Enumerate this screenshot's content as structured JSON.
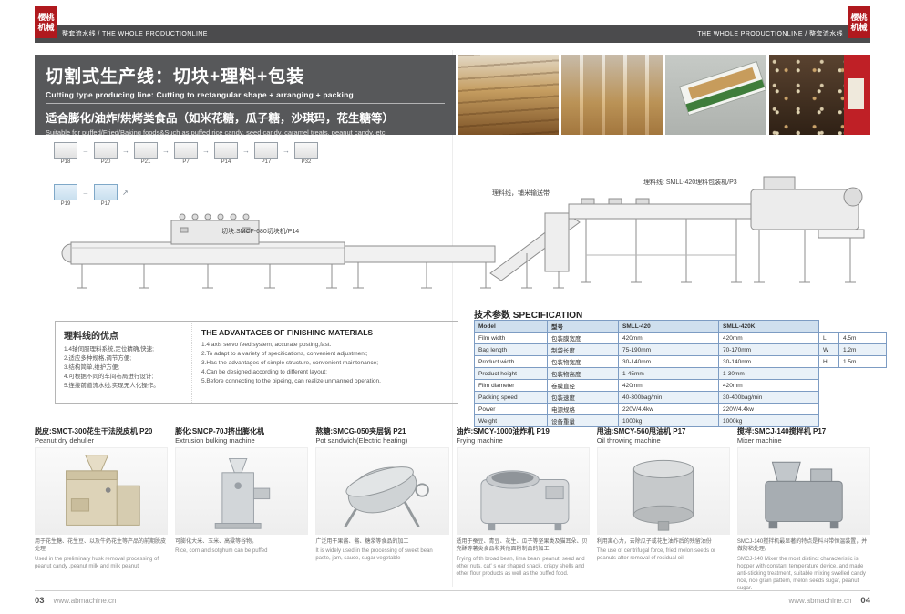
{
  "colors": {
    "accent_red": "#b0191e",
    "header_bar": "#4b4b4d",
    "title_block": "#57585a",
    "table_border": "#7d9cc3"
  },
  "header": {
    "logo_text": "樱桃机械",
    "left_strip": "整套流水线 / THE WHOLE PRODUCTIONLINE",
    "right_strip": "THE WHOLE PRODUCTIONLINE / 整套流水线"
  },
  "title": {
    "zh": "切割式生产线：切块+理料+包装",
    "en": "Cutting type producing line:  Cutting to rectangular shape + arranging + packing",
    "sub_zh": "适合膨化/油炸/烘烤类食品（如米花糖，瓜子糖，沙琪玛，花生糖等）",
    "sub_en": "Suitable for puffed/Fried/Baking foods&Such as puffed rice candy, seed candy, caramel treats, peanut candy, etc."
  },
  "diagram": {
    "thumbs_row1": [
      "P18",
      "P20",
      "P21",
      "P7",
      "P14",
      "P17",
      "P32"
    ],
    "thumbs_row2": [
      "P19",
      "P17"
    ],
    "label_cutting": "切块:SMCF-680切块机/P14",
    "label_conveyor": "理料线，铺米输送带",
    "label_packing": "理料线: SMLL-420理料包装机/P3"
  },
  "advantages": {
    "zh_title": "理料线的优点",
    "zh_items": [
      "1.4轴伺服理料系统,定位精确,快速;",
      "2.适应多种规格,调节方便;",
      "3.结构简单,维护方便;",
      "4.可根据不同的车间布局进行设计;",
      "5.连接前道流水线,实现无人化操作。"
    ],
    "en_title": "THE ADVANTAGES OF FINISHING MATERIALS",
    "en_items": [
      "1.4 axis servo feed system, accurate posting,fast.",
      "2.To adapt to a variety of specifications, convenient adjustment;",
      "3.Has the advantages of simple structure, convenient maintenance;",
      "4.Can be designed according to different layout;",
      "5.Before connecting to the pipeing, can realize unmanned operation."
    ]
  },
  "spec": {
    "title_zh": "技术参数",
    "title_en": "SPECIFICATION",
    "rows": [
      {
        "en": "Model",
        "zh": "型号",
        "v1": "SMLL-420",
        "v2": "SMLL-420K",
        "dim": "",
        "dimv": ""
      },
      {
        "en": "Film width",
        "zh": "包装膜宽度",
        "v1": "420mm",
        "v2": "420mm",
        "dim": "L",
        "dimv": "4.5m"
      },
      {
        "en": "Bag length",
        "zh": "制袋长度",
        "v1": "75-190mm",
        "v2": "70-170mm",
        "dim": "W",
        "dimv": "1.2m"
      },
      {
        "en": "Product width",
        "zh": "包装物宽度",
        "v1": "30-140mm",
        "v2": "30-140mm",
        "dim": "H",
        "dimv": "1.5m"
      },
      {
        "en": "Product height",
        "zh": "包装物高度",
        "v1": "1-45mm",
        "v2": "1-30mm",
        "dim": "",
        "dimv": ""
      },
      {
        "en": "Film diameter",
        "zh": "卷膜直径",
        "v1": "420mm",
        "v2": "420mm",
        "dim": "",
        "dimv": ""
      },
      {
        "en": "Packing speed",
        "zh": "包装速度",
        "v1": "40-300bag/min",
        "v2": "30-400bag/min",
        "dim": "",
        "dimv": ""
      },
      {
        "en": "Power",
        "zh": "电源规格",
        "v1": "220V/4.4kw",
        "v2": "220V/4.4kw",
        "dim": "",
        "dimv": ""
      },
      {
        "en": "Weight",
        "zh": "设备重量",
        "v1": "1000kg",
        "v2": "1000kg",
        "dim": "",
        "dimv": ""
      }
    ]
  },
  "machines": [
    {
      "title_zh": "脱皮:SMCT-300花生干法脱皮机 P20",
      "title_en": "Peanut dry dehuller",
      "desc_zh": "用于花生糖、花生豆、以及牛奶花生等产品的前期脱皮处理",
      "desc_en": "Used in the preliminary husk removal processing of peanut candy ,peanut milk and milk peanut"
    },
    {
      "title_zh": "膨化:SMCP-70J挤出膨化机",
      "title_en": "Extrusion bulking machine",
      "desc_zh": "可膨化大米、玉米、高粱等谷物。",
      "desc_en": "Rice, corn and sotghum can be puffed"
    },
    {
      "title_zh": "熬糖:SMCG-050夹层锅 P21",
      "title_en": "Pot sandwich(Electric heating)",
      "desc_zh": "广泛用于果酱、酱、糖浆等食品的加工",
      "desc_en": "It is widely used in the processing of sweet bean paste, jam, sauce, sugar vegetable"
    },
    {
      "title_zh": "油炸:SMCY-1000油炸机 P19",
      "title_en": "Frying machine",
      "desc_zh": "适用于蚕豆、青豆、花生、瓜子等坚果类及猫耳朵、贝壳酥等薯类食品和其他面粉制品的加工",
      "desc_en": "Frying of th broad bean, lima bean, peanut, seed and other nuts, cat' s ear shaped snack, crispy shells and other flour products as well as the puffed food."
    },
    {
      "title_zh": "甩油:SMCY-560甩油机 P17",
      "title_en": "Oil throwing machine",
      "desc_zh": "利用离心力，去除瓜子或花生油炸后的残留油份",
      "desc_en": "The use of centrifugal force, fried melon seeds or peanuts after removal of residual oil."
    },
    {
      "title_zh": "搅拌:SMCJ-140搅拌机 P17",
      "title_en": "Mixer machine",
      "desc_zh": "SMCJ-140搅拌机最显著的特点是料斗带恒温装置，并做防粘处理。",
      "desc_en": "SMCJ-140 Mixer the most distinct characteristic is hopper with constant temperature device, and made anti-sticking treatment, suitable mixing swelled candy rice, rice grain pattern, melon seeds sugar, peanut sugar."
    }
  ],
  "footer": {
    "page_left": "03",
    "page_right": "04",
    "site": "www.abmachine.cn"
  }
}
